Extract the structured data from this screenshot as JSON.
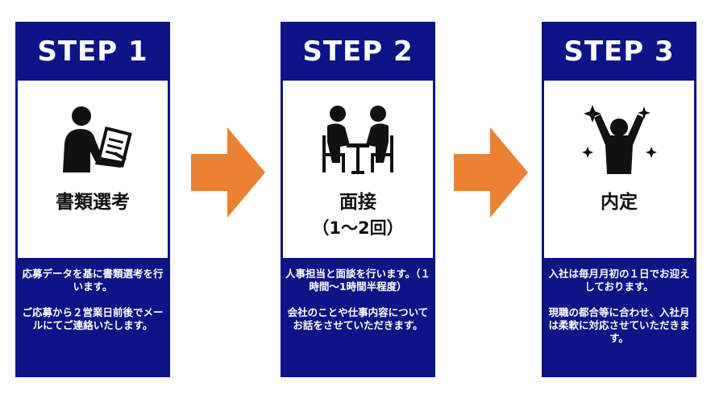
{
  "steps": [
    {
      "label": "STEP 1",
      "title": "書類選考",
      "icon": "person-writing-icon",
      "description": "応募データを基に書類選考を行います。\n\nご応募から２営業日前後でメールにてご連絡いたします。"
    },
    {
      "label": "STEP 2",
      "title": "面接",
      "subtitle": "（1〜2回）",
      "icon": "interview-icon",
      "description": "人事担当と面談を行います。（１時間〜1時間半程度）\n\n会社のことや仕事内容についてお話をさせていただきます。"
    },
    {
      "label": "STEP 3",
      "title": "内定",
      "icon": "celebration-icon",
      "description": "入社は毎月月初の１日でお迎えしております。\n\n現職の都合等に合わせ、入社月は柔軟に対応させていただきます。"
    }
  ],
  "colors": {
    "card": "#0c1487",
    "arrow": "#ed8132",
    "panel": "#ffffff"
  }
}
